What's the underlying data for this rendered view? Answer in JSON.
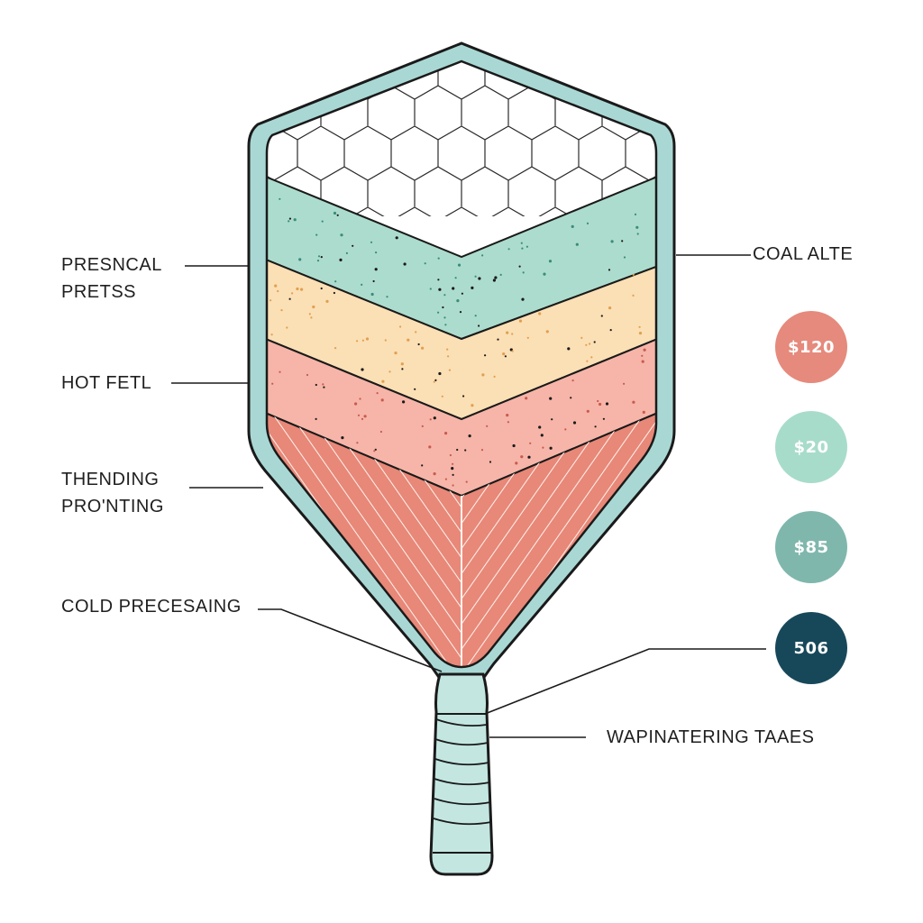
{
  "labels": {
    "left": [
      {
        "lines": [
          "PRESNCAL",
          "PRETSS"
        ]
      },
      {
        "lines": [
          "HOT FETL"
        ]
      },
      {
        "lines": [
          "THENDING",
          "PRO'NTING"
        ]
      },
      {
        "lines": [
          "COLD PRECESAING"
        ]
      }
    ],
    "right": [
      {
        "lines": [
          "COAL ALTE"
        ]
      },
      {
        "lines": [
          "WAPINATERING TAAES"
        ]
      }
    ]
  },
  "badges": [
    {
      "text": "$120",
      "color": "#e58a7c",
      "text_color": "#ffffff"
    },
    {
      "text": "$20",
      "color": "#a8dcca",
      "text_color": "#ffffff"
    },
    {
      "text": "$85",
      "color": "#7fb7ad",
      "text_color": "#ffffff"
    },
    {
      "text": "506",
      "color": "#17485a",
      "text_color": "#ffffff"
    }
  ],
  "colors": {
    "frame": "#a9d8d4",
    "outline": "#1a1a1a",
    "mint_layer": "#acdccd",
    "cream_layer": "#fbdfb5",
    "pink_layer": "#f6b5a8",
    "coral_layer": "#e88878",
    "grip": "#c3e6e1"
  }
}
